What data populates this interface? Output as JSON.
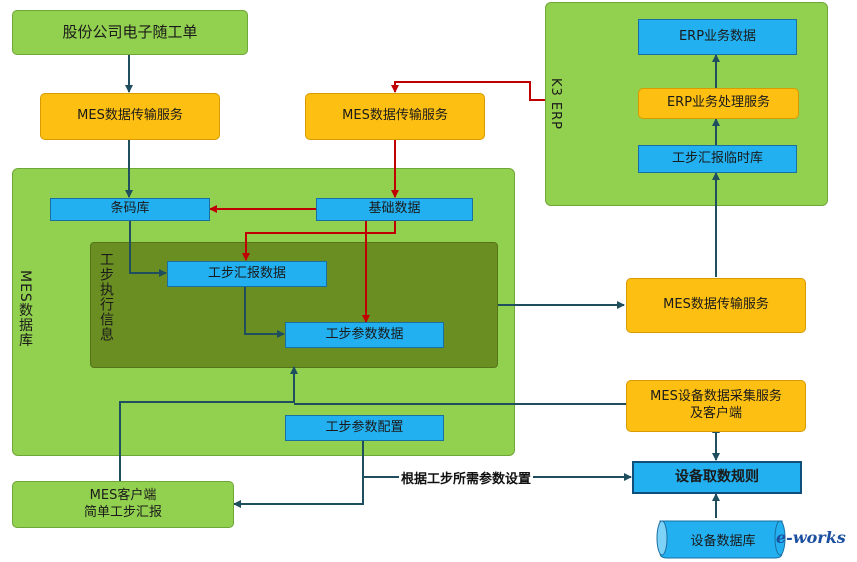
{
  "regions": {
    "erp_label": "K3 ERP",
    "mes_db_label": "MES数据库",
    "step_exec_label": "工步执行信息"
  },
  "nodes": {
    "doc": "股份公司电子随工单",
    "mes_transfer_left": "MES数据传输服务",
    "mes_transfer_mid": "MES数据传输服务",
    "mes_transfer_right": "MES数据传输服务",
    "barcode_lib": "条码库",
    "basic_data": "基础数据",
    "step_report_data": "工步汇报数据",
    "step_param_data": "工步参数数据",
    "step_param_config": "工步参数配置",
    "erp_business_data": "ERP业务数据",
    "erp_process_service": "ERP业务处理服务",
    "step_report_temp": "工步汇报临时库",
    "mes_device_service_line1": "MES设备数据采集服务",
    "mes_device_service_line2": "及客户端",
    "device_rules": "设备取数规则",
    "device_db": "设备数据库",
    "mes_client_line1": "MES客户端",
    "mes_client_line2": "简单工步汇报"
  },
  "edge_labels": {
    "param_setting": "根据工步所需参数设置"
  },
  "watermark": "e-works",
  "colors": {
    "flow_dark": "#1f4e5f",
    "flow_red": "#c00000"
  }
}
